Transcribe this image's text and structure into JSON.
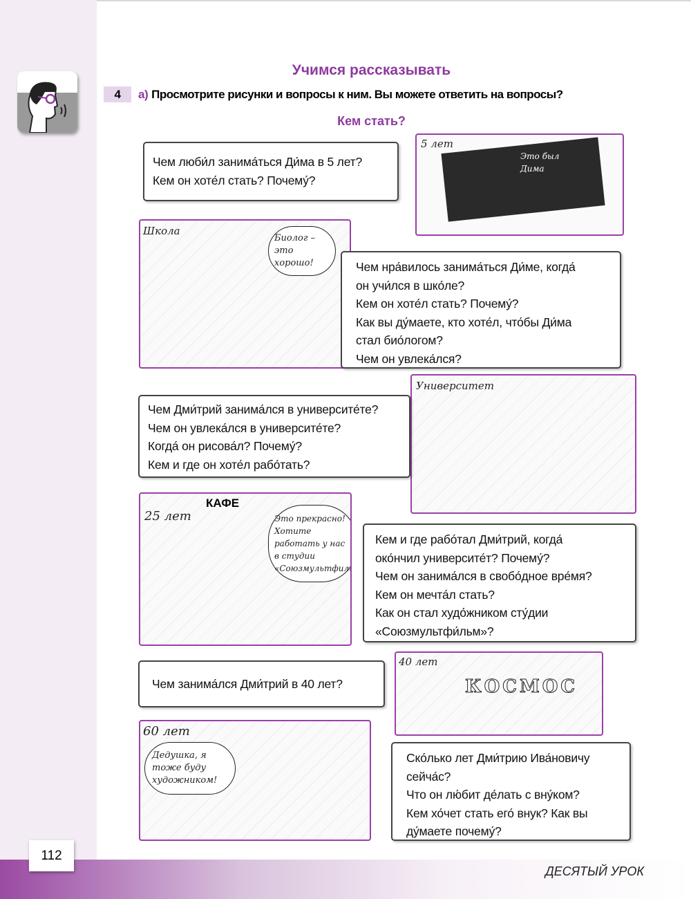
{
  "header": {
    "title": "Учимся рассказывать",
    "task_number": "4",
    "task_letter": "а)",
    "task_text": "Просмотрите рисунки и вопросы к ним. Вы можете ответить на вопросы?",
    "subtitle": "Кем стать?"
  },
  "bubbles": [
    {
      "lines": [
        "Чем люби́л занима́ться Ди́ма в 5 лет?",
        "Кем он хоте́л стать? Почему́?"
      ]
    },
    {
      "lines": [
        "Чем нра́вилось занима́ться Ди́ме, когда́",
        "он учи́лся в шко́ле?",
        "Кем он  хоте́л стать? Почему́?",
        "Как вы ду́маете, кто хоте́л, что́бы Ди́ма",
        "стал био́логом?",
        "Чем он увлека́лся?"
      ]
    },
    {
      "lines": [
        "Чем Дми́трий занима́лся в университе́те?",
        "Чем он увлека́лся в университе́те?",
        "Когда́ он рисова́л? Почему́?",
        "Кем и где он хоте́л рабо́тать?"
      ]
    },
    {
      "lines": [
        "Кем и где рабо́тал Дми́трий, когда́",
        "око́нчил университе́т? Почему́?",
        "Чем он занима́лся в свобо́дное вре́мя?",
        "Кем он мечта́л стать?",
        "Как он стал худо́жником сту́дии",
        "«Союзмультфи́льм»?"
      ]
    },
    {
      "lines": [
        "Чем занима́лся Дми́трий в 40 лет?"
      ]
    },
    {
      "lines": [
        "Ско́лько лет Дми́трию Ива́новичу",
        "сейча́с?",
        "Что он лю́бит де́лать с вну́ком?",
        "Кем хо́чет стать его́ внук? Как вы",
        "ду́маете почему́?"
      ]
    }
  ],
  "panels": {
    "p1": {
      "age": "5 лет",
      "poster": "Это был Дима"
    },
    "p2": {
      "place": "Школа",
      "speech": "Биолог – это хорошо!"
    },
    "p3": {
      "place": "Университет"
    },
    "p4": {
      "age": "25 лет",
      "place": "КАФЕ",
      "speech": "Это прекрасно! Хотите работать у нас в студии «Союзмультфильм»?"
    },
    "p5": {
      "age": "40 лет",
      "sign": "КОСМОС"
    },
    "p6": {
      "age": "60 лет",
      "speech": "Дедушка, я тоже буду художником!"
    }
  },
  "footer": {
    "page_number": "112",
    "lesson": "ДЕСЯТЫЙ УРОК"
  },
  "colors": {
    "accent": "#8e3a9e",
    "panel_border": "#9b3fa8"
  }
}
